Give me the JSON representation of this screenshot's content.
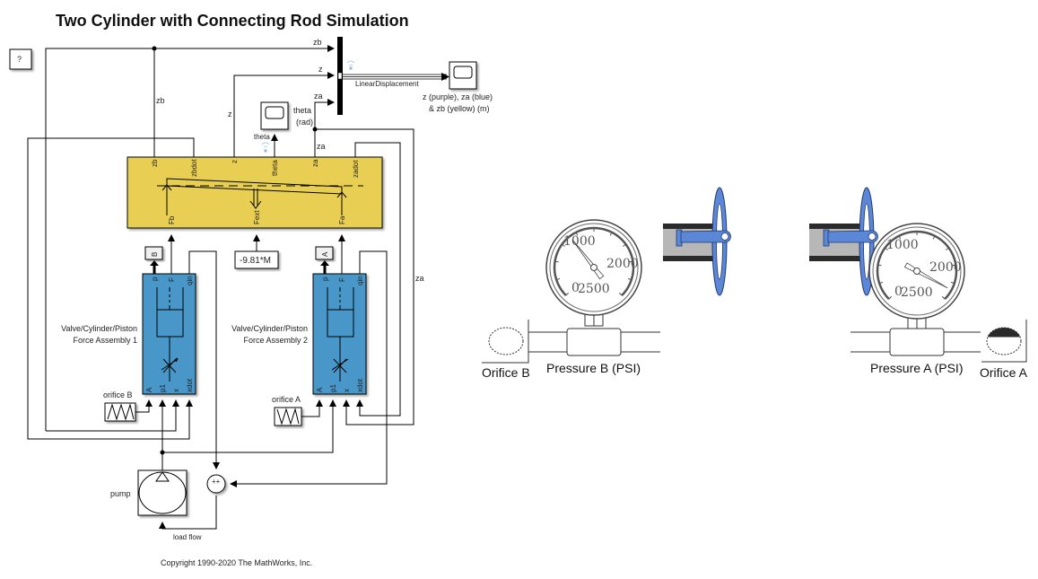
{
  "diagram": {
    "title": "Two Cylinder with Connecting Rod Simulation",
    "copyright": "Copyright 1990-2020 The MathWorks, Inc.",
    "help_block": "?",
    "signals": {
      "zb_top": "zb",
      "zb_vertical": "zb",
      "z_top": "z",
      "z_vertical": "z",
      "za_top": "za",
      "za_vertical": "za",
      "za_right": "za",
      "theta": "theta",
      "linear_displacement": "LinearDisplacement",
      "load_flow": "load flow"
    },
    "scopes": {
      "theta_scope_label_line1": "theta",
      "theta_scope_label_line2": "(rad)",
      "displacement_scope_label_line1": "z (purple), za (blue)",
      "displacement_scope_label_line2": "& zb (yellow) (m)"
    },
    "rod_block": {
      "color": "#e8cf52",
      "top_ports": [
        "zb",
        "zbdot",
        "z",
        "theta",
        "za",
        "zadot"
      ],
      "bottom_ports": [
        "Fb",
        "Fext",
        "Fa"
      ]
    },
    "gain_block": "-9.81*M",
    "goto_b": "B",
    "goto_a": "A",
    "assembly_1": {
      "name_line1": "Valve/Cylinder/Piston",
      "name_line2": "Force Assembly 1",
      "color": "#4a97c9",
      "top_ports": [
        "p",
        "F",
        "qin"
      ],
      "bottom_ports": [
        "A",
        "p1",
        "x",
        "xdot"
      ]
    },
    "assembly_2": {
      "name_line1": "Valve/Cylinder/Piston",
      "name_line2": "Force Assembly 2",
      "color": "#4a97c9",
      "top_ports": [
        "p",
        "F",
        "qin"
      ],
      "bottom_ports": [
        "A",
        "p1",
        "x",
        "xdot"
      ]
    },
    "orifice_b_block": "orifice B",
    "orifice_a_block": "orifice A",
    "pump_block": "pump",
    "sum_signs": "++"
  },
  "animation": {
    "gauge_b": {
      "label": "Pressure B (PSI)",
      "ticks": [
        "0",
        "1000",
        "2000",
        "2500"
      ],
      "needle_value_psi": 900
    },
    "gauge_a": {
      "label": "Pressure A (PSI)",
      "ticks": [
        "0",
        "1000",
        "2000",
        "2500"
      ],
      "needle_value_psi": 2350
    },
    "orifice_b_label": "Orifice B",
    "orifice_a_label": "Orifice A",
    "orifice_a_open_fraction": 0.35,
    "orifice_b_open_fraction": 0,
    "colors": {
      "piston_blue": "#5b87d6",
      "cylinder_gray": "#b7b7b7",
      "cylinder_dark": "#2b2b2b"
    }
  }
}
